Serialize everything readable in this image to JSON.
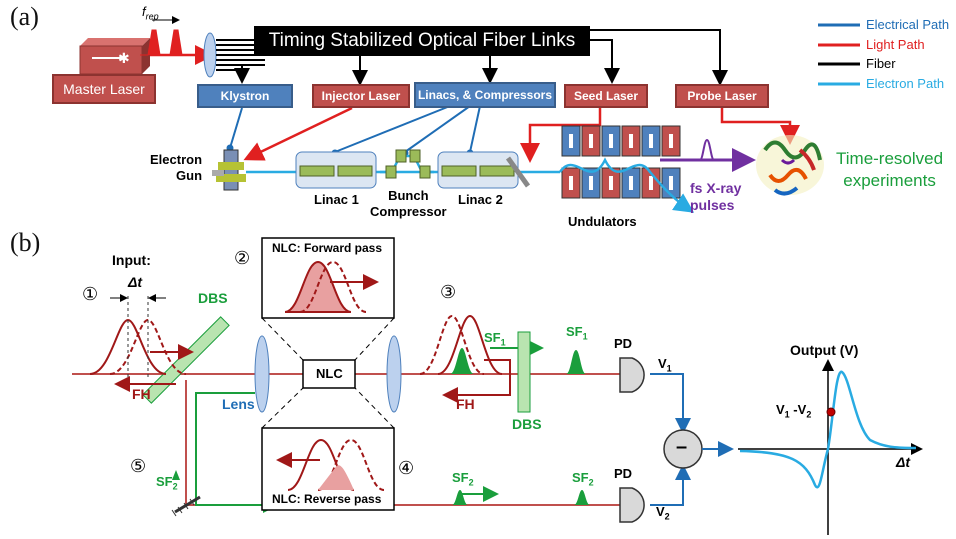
{
  "panel_a": {
    "label": "(a)",
    "frep_label": "f",
    "frep_sub": "rep",
    "master_laser": "Master Laser",
    "fiber_links": "Timing Stabilized Optical Fiber Links",
    "klystron": "Klystron",
    "injector_laser": "Injector Laser",
    "linacs_compressors": "Linacs, & Compressors",
    "seed_laser": "Seed Laser",
    "probe_laser": "Probe Laser",
    "electron_gun": "Electron\nGun",
    "linac1": "Linac 1",
    "bunch_compressor": "Bunch\nCompressor",
    "linac2": "Linac 2",
    "undulators": "Undulators",
    "xray_pulses": "fs X-ray\npulses",
    "time_resolved": "Time-resolved\nexperiments",
    "legend": [
      {
        "label": "Electrical Path",
        "color": "#1f6db5"
      },
      {
        "label": "Light Path",
        "color": "#e02020"
      },
      {
        "label": "Fiber",
        "color": "#000000"
      },
      {
        "label": "Electron Path",
        "color": "#29abe2"
      }
    ]
  },
  "panel_b": {
    "label": "(b)",
    "input": "Input:",
    "n1": "①",
    "n2": "②",
    "n3": "③",
    "n4": "④",
    "n5": "⑤",
    "dt": "Δt",
    "dbs": "DBS",
    "fh": "FH",
    "lens": "Lens",
    "nlc": "NLC",
    "forward_pass": "NLC: Forward pass",
    "reverse_pass": "NLC: Reverse pass",
    "sf1": "SF",
    "sf2": "SF",
    "sub1": "1",
    "sub2": "2",
    "pd": "PD",
    "v1": "V",
    "v2": "V",
    "minus": "–",
    "output": "Output (V)",
    "v1v2": "V",
    "v1v2_mid": " -V",
    "dt_axis": "Δt"
  },
  "colors": {
    "red": "#c0504d",
    "dark_red": "#a01818",
    "light_red": "#e02020",
    "blue": "#4f81bd",
    "green": "#1a9e3c",
    "cyan": "#29abe2",
    "purple": "#7030a0"
  }
}
